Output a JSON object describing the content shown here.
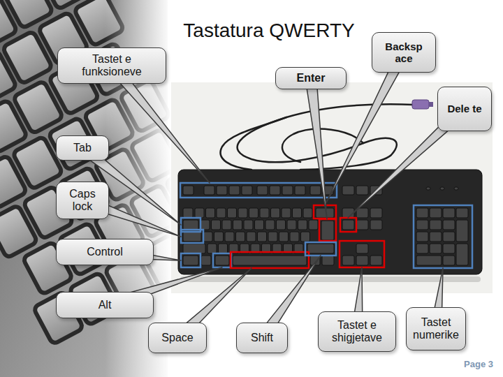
{
  "diagram": {
    "title": "Tastatura QWERTY",
    "nodes": [
      {
        "text": [
          "Backsp ace"
        ]
      },
      {
        "text": [
          "Tastet e funksioneve"
        ]
      },
      {
        "text": [
          "Enter"
        ]
      },
      {
        "text": [
          "Dele te"
        ]
      },
      {
        "text": [
          "Tab"
        ]
      },
      {
        "text": [
          "Caps lock"
        ]
      },
      {
        "text": [
          "Control"
        ]
      },
      {
        "text": [
          "Alt"
        ]
      },
      {
        "text": [
          "Space"
        ]
      },
      {
        "text": [
          "Shift"
        ]
      },
      {
        "text": [
          "Tastet e shigjetave"
        ]
      },
      {
        "text": [
          "Tastet numerike"
        ]
      }
    ],
    "labels": [
      "Page 3"
    ]
  }
}
